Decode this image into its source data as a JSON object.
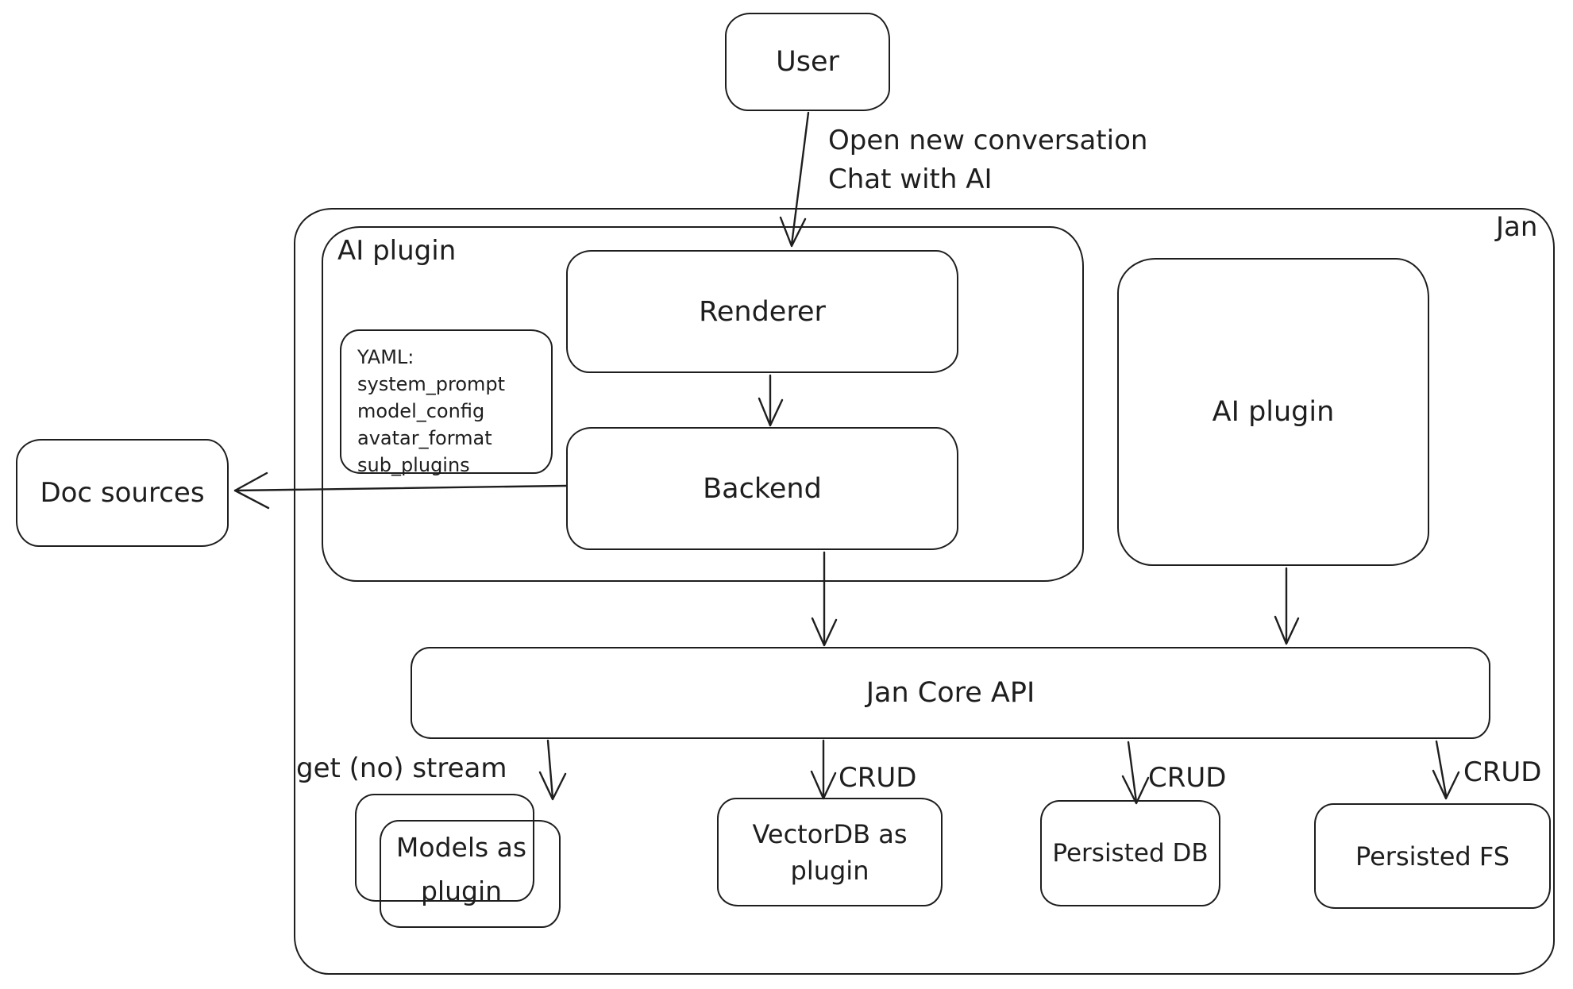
{
  "colors": {
    "ink": "#1e1e1e",
    "background": "#ffffff"
  },
  "nodes": {
    "user": {
      "label": "User"
    },
    "jan": {
      "label": "Jan"
    },
    "ai_plugin_group": {
      "label": "AI plugin"
    },
    "renderer": {
      "label": "Renderer"
    },
    "backend": {
      "label": "Backend"
    },
    "yaml_note": {
      "lines": [
        "YAML:",
        "system_prompt",
        "model_config",
        "avatar_format",
        "sub_plugins"
      ]
    },
    "ai_plugin": {
      "label": "AI plugin"
    },
    "doc_sources": {
      "label": "Doc sources"
    },
    "jan_core_api": {
      "label": "Jan Core API"
    },
    "models_as_plugin": {
      "lines": [
        "Models as",
        "plugin"
      ]
    },
    "vectordb": {
      "lines": [
        "VectorDB as",
        "plugin"
      ]
    },
    "persisted_db": {
      "label": "Persisted DB"
    },
    "persisted_fs": {
      "label": "Persisted FS"
    }
  },
  "edges": {
    "user_to_renderer": {
      "lines": [
        "Open new conversation",
        "Chat with AI"
      ]
    },
    "core_to_models": {
      "label": "get (no) stream"
    },
    "core_to_vectordb": {
      "label": "CRUD"
    },
    "core_to_persisted_db": {
      "label": "CRUD"
    },
    "core_to_persisted_fs": {
      "label": "CRUD"
    }
  }
}
